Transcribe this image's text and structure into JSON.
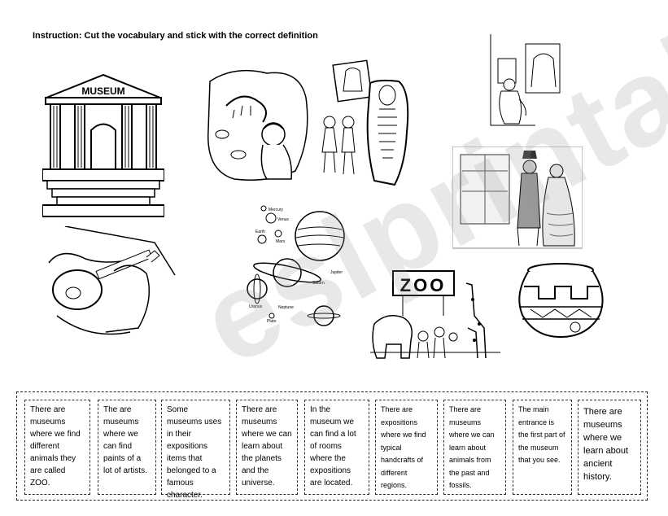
{
  "instruction": "Instruction: Cut the vocabulary and stick with the correct definition",
  "museum_sign": "MUSEUM",
  "zoo_sign": "ZOO",
  "planet_labels": {
    "mercury": "Mercury",
    "venus": "Venus",
    "earth": "Earth",
    "mars": "Mars",
    "jupiter": "Jupiter",
    "saturn": "Saturn",
    "uranus": "Uranus",
    "neptune": "Neptune",
    "pluto": "Pluto"
  },
  "cards": [
    "There are museums where we find different animals they are called ZOO.",
    "The are museums where we can find paints of a lot of artists.",
    "Some museums uses in their expositions items that belonged to  a famous character.",
    "There are museums where we can learn about the planets and the universe.",
    "In the museum we can find a lot of rooms where the expositions are located.",
    "There are expositions where we find typical handcrafts of different regions.",
    "There are museums where we can learn about animals from the past and fossils.",
    "The main entrance is the first part of the museum that you see.",
    "There are museums where we learn about ancient history."
  ],
  "watermark": "eslprintables.com"
}
